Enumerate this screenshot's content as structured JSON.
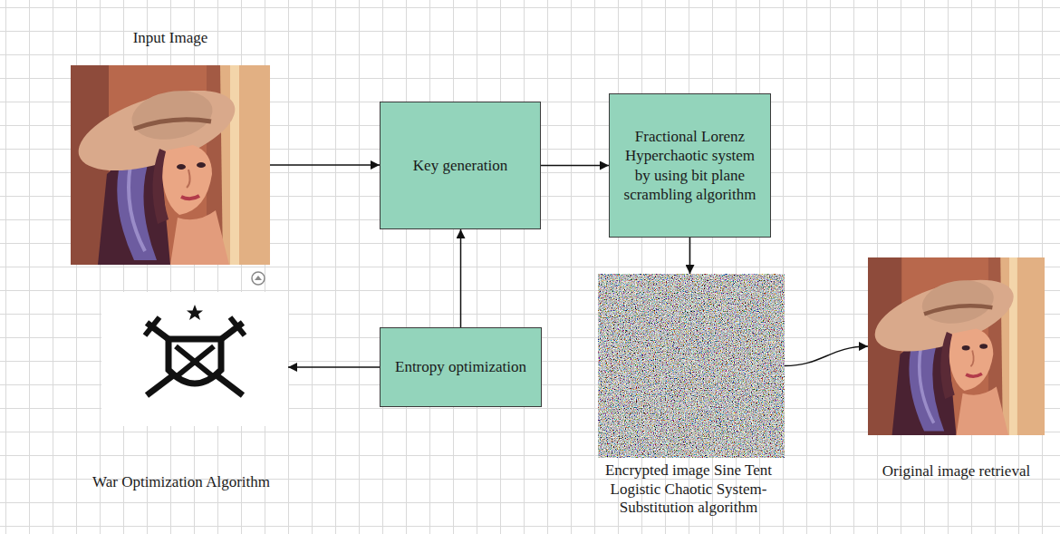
{
  "diagram": {
    "nodes": [
      {
        "text": [
          "Input Image"
        ]
      },
      {
        "text": [
          "Key generation"
        ]
      },
      {
        "text": [
          "Fractional Lorenz Hyperchaotic system by using bit plane scrambling algorithm"
        ]
      },
      {
        "text": [
          "War Optimization Algorithm"
        ]
      },
      {
        "text": [
          "Entropy optimization"
        ]
      },
      {
        "text": [
          "Encrypted image Sine Tent Logistic Chaotic System-Substitution algorithm"
        ]
      },
      {
        "text": [
          "Original image retrieval"
        ]
      }
    ],
    "edges": [
      {
        "from": 0,
        "to": 1,
        "arrow": "to"
      },
      {
        "from": 1,
        "to": 2,
        "arrow": "to"
      },
      {
        "from": 4,
        "to": 1,
        "arrow": "to"
      },
      {
        "from": 4,
        "to": 3,
        "arrow": "to"
      },
      {
        "from": 2,
        "to": 5,
        "arrow": "to"
      },
      {
        "from": 5,
        "to": 6,
        "arrow": "to"
      }
    ]
  }
}
